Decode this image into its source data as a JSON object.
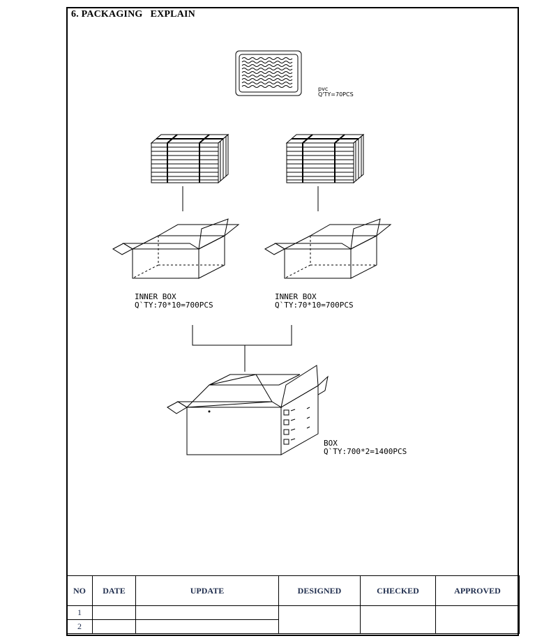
{
  "section": {
    "title": "6. PACKAGING   EXPLAIN"
  },
  "tray": {
    "material": "pvc",
    "qty": "Q'TY=70PCS"
  },
  "inner_boxes": [
    {
      "name": "INNER BOX",
      "qty": "Q`TY:70*10=700PCS"
    },
    {
      "name": "INNER BOX",
      "qty": "Q`TY:70*10=700PCS"
    }
  ],
  "outer_box": {
    "name": "BOX",
    "qty": "Q`TY:700*2=1400PCS"
  },
  "revision_table": {
    "headers": [
      "NO",
      "DATE",
      "UPDATE",
      "DESIGNED",
      "CHECKED",
      "APPROVED"
    ],
    "rows": [
      {
        "no": "1",
        "date": "",
        "update": ""
      },
      {
        "no": "2",
        "date": "",
        "update": ""
      }
    ]
  }
}
